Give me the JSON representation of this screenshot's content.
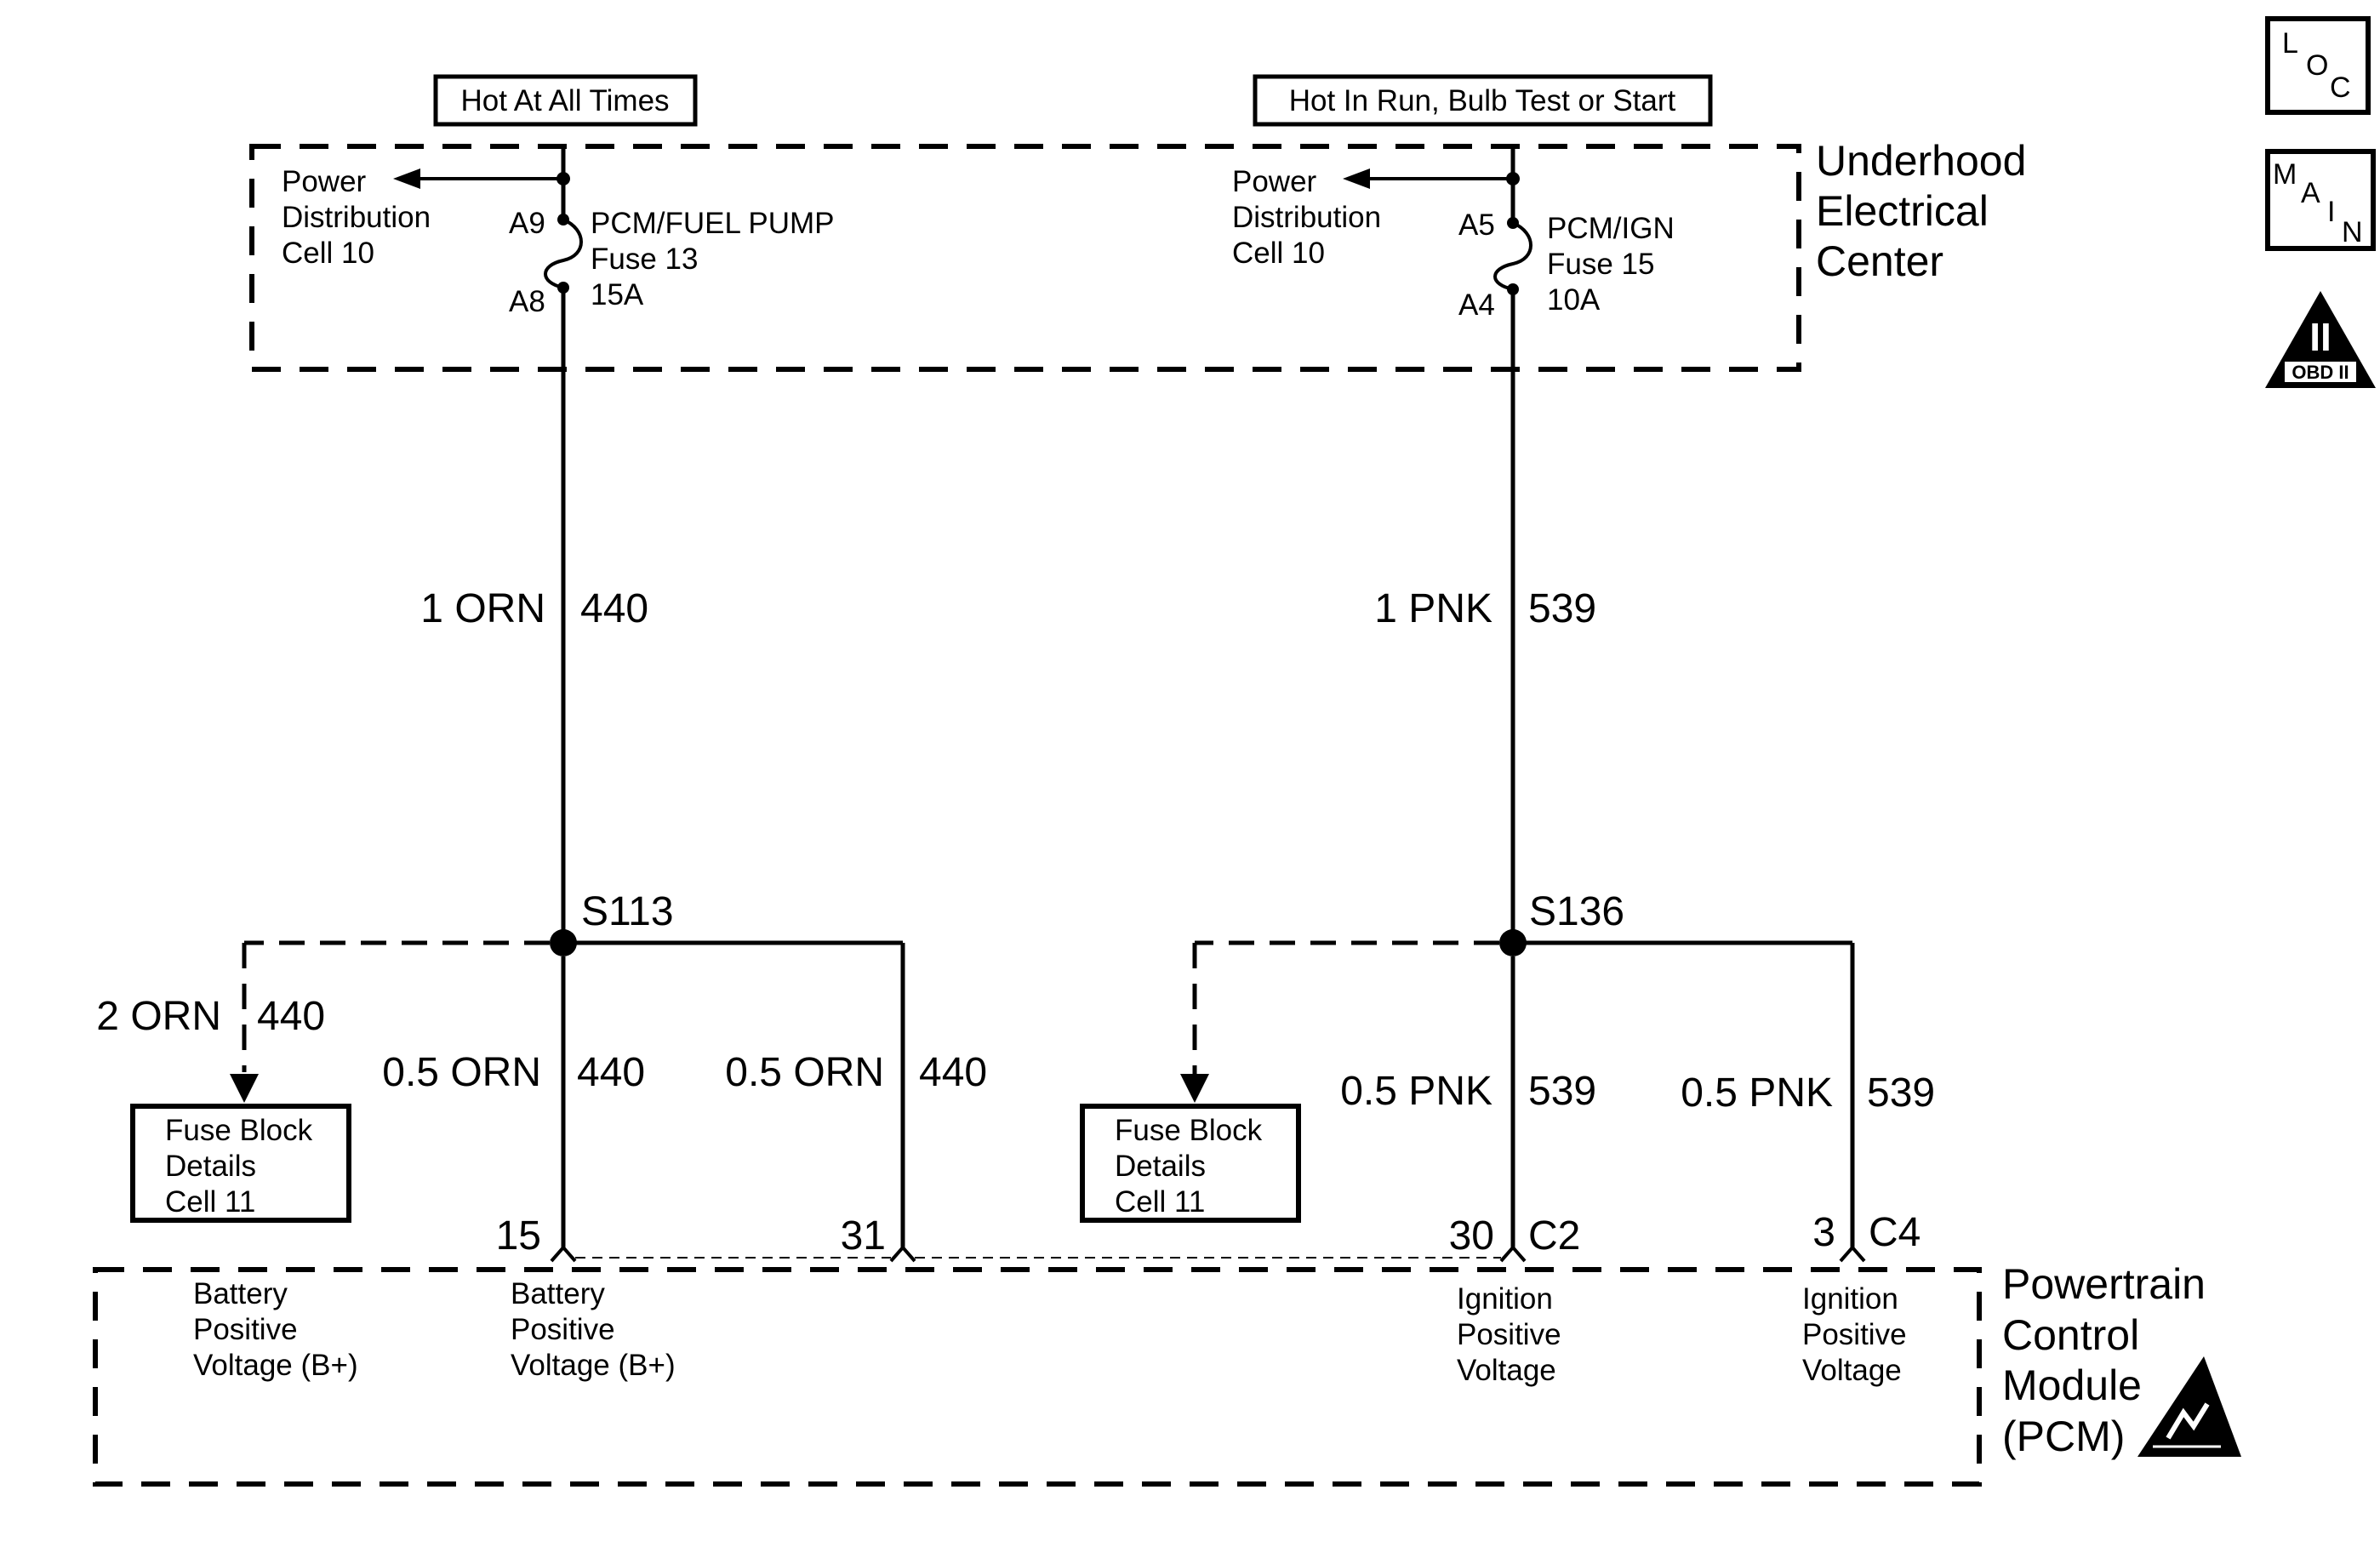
{
  "icons": {
    "loc": {
      "l": "L",
      "o": "O",
      "c": "C"
    },
    "main": {
      "m": "M",
      "a": "A",
      "i": "I",
      "n": "N"
    },
    "obd": {
      "numeral": "II",
      "label": "OBD II"
    }
  },
  "power_sources": {
    "left": "Hot At All Times",
    "right": "Hot In Run, Bulb Test or Start"
  },
  "underhood": {
    "title": [
      "Underhood",
      "Electrical",
      "Center"
    ],
    "left_ref": [
      "Power",
      "Distribution",
      "Cell 10"
    ],
    "right_ref": [
      "Power",
      "Distribution",
      "Cell 10"
    ],
    "fuse_left": {
      "top_pin": "A9",
      "bottom_pin": "A8",
      "lines": [
        "PCM/FUEL PUMP",
        "Fuse 13",
        "15A"
      ]
    },
    "fuse_right": {
      "top_pin": "A5",
      "bottom_pin": "A4",
      "lines": [
        "PCM/IGN",
        "Fuse 15",
        "10A"
      ]
    }
  },
  "wires": {
    "left_main": {
      "gauge_color": "1 ORN",
      "circuit": "440"
    },
    "right_main": {
      "gauge_color": "1 PNK",
      "circuit": "539"
    },
    "left_dashed": {
      "gauge_color": "2 ORN",
      "circuit": "440"
    },
    "left_branch_a": {
      "gauge_color": "0.5 ORN",
      "circuit": "440"
    },
    "left_branch_b": {
      "gauge_color": "0.5 ORN",
      "circuit": "440"
    },
    "right_branch_a": {
      "gauge_color": "0.5 PNK",
      "circuit": "539"
    },
    "right_branch_b": {
      "gauge_color": "0.5 PNK",
      "circuit": "539"
    }
  },
  "splices": {
    "left": "S113",
    "right": "S136"
  },
  "fuse_block_refs": {
    "left": [
      "Fuse Block",
      "Details",
      "Cell 11"
    ],
    "right": [
      "Fuse Block",
      "Details",
      "Cell 11"
    ]
  },
  "pins": {
    "p15": "15",
    "p31": "31",
    "p30": "30",
    "c2": "C2",
    "p3": "3",
    "c4": "C4"
  },
  "pcm": {
    "title": [
      "Powertrain",
      "Control",
      "Module",
      "(PCM)"
    ],
    "inputs": {
      "bat1": [
        "Battery",
        "Positive",
        "Voltage (B+)"
      ],
      "bat2": [
        "Battery",
        "Positive",
        "Voltage (B+)"
      ],
      "ign1": [
        "Ignition",
        "Positive",
        "Voltage"
      ],
      "ign2": [
        "Ignition",
        "Positive",
        "Voltage"
      ]
    }
  }
}
